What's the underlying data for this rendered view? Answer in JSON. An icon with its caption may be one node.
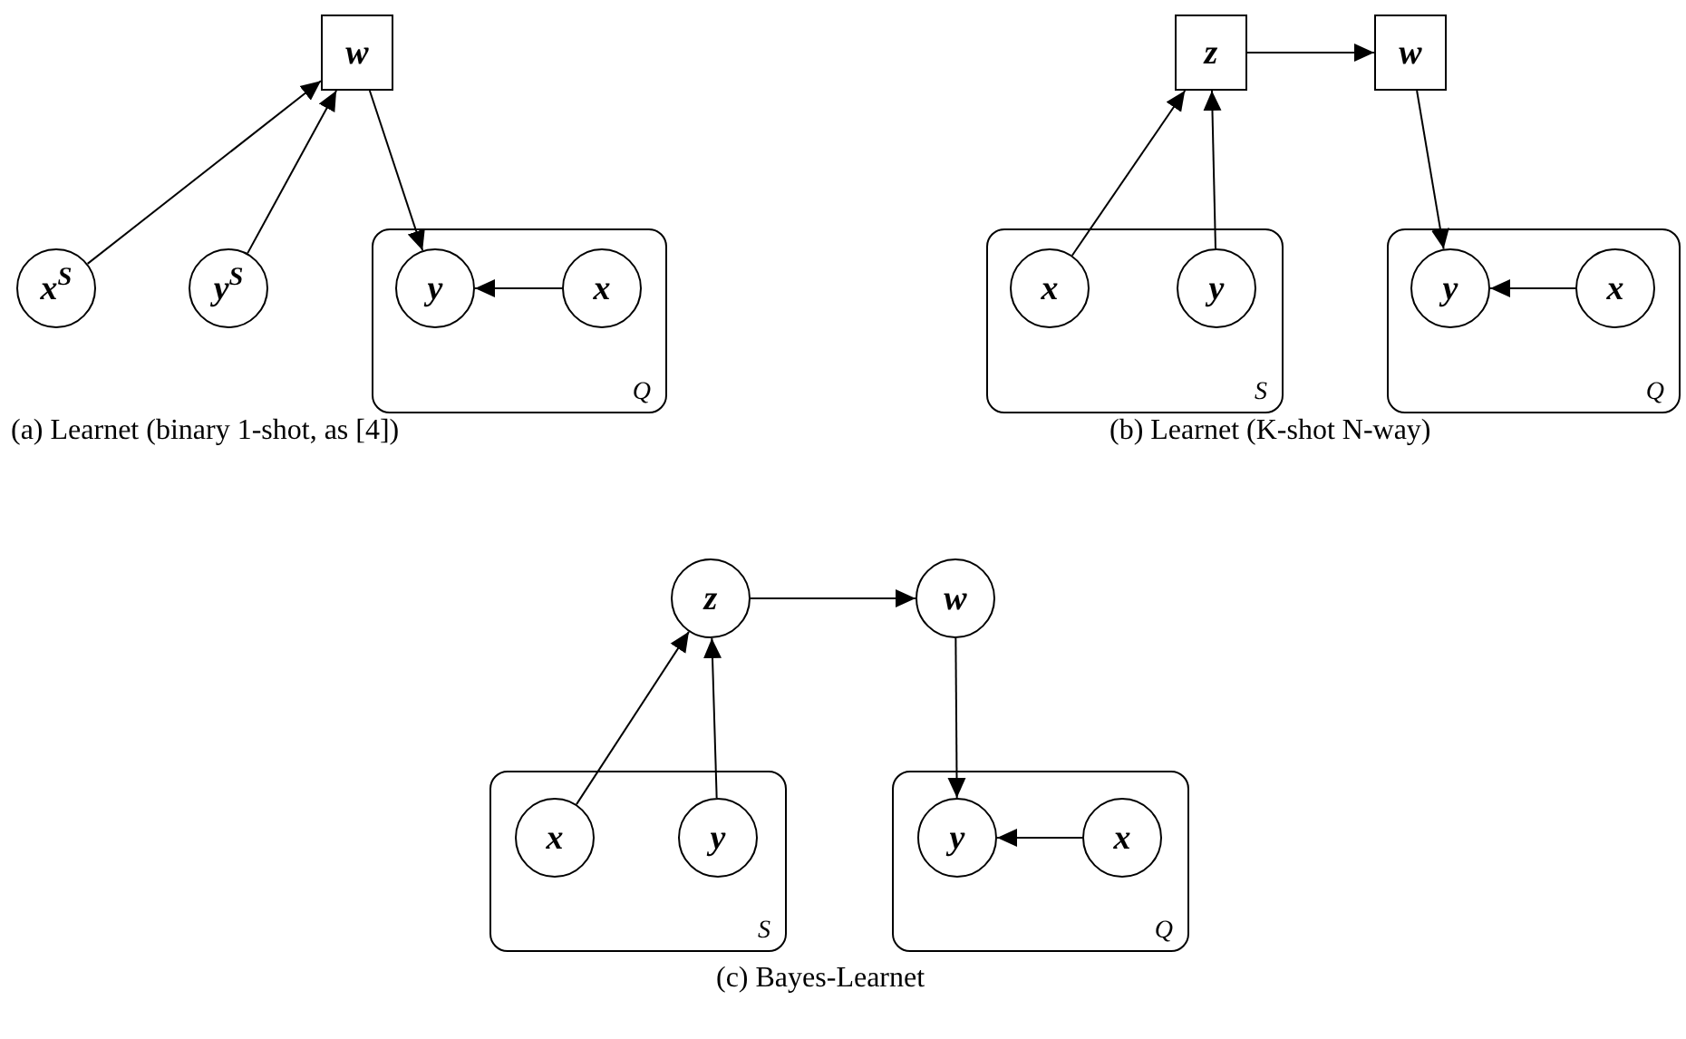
{
  "diagram": {
    "nodes": [
      {
        "text": [
          "w"
        ]
      },
      {
        "text": [
          "x$^{S}$"
        ]
      },
      {
        "text": [
          "y$^{S}$"
        ]
      },
      {
        "text": [
          "Q"
        ]
      },
      {
        "text": [
          "y"
        ],
        "in": 3
      },
      {
        "text": [
          "x"
        ],
        "in": 3
      },
      {
        "text": [
          "z"
        ]
      },
      {
        "text": [
          "w"
        ]
      },
      {
        "text": [
          "S"
        ]
      },
      {
        "text": [
          "x"
        ],
        "in": 8
      },
      {
        "text": [
          "y"
        ],
        "in": 8
      },
      {
        "text": [
          "Q"
        ]
      },
      {
        "text": [
          "y"
        ],
        "in": 11
      },
      {
        "text": [
          "x"
        ],
        "in": 11
      },
      {
        "text": [
          "z"
        ]
      },
      {
        "text": [
          "w"
        ]
      },
      {
        "text": [
          "S"
        ]
      },
      {
        "text": [
          "x"
        ],
        "in": 16
      },
      {
        "text": [
          "y"
        ],
        "in": 16
      },
      {
        "text": [
          "Q"
        ]
      },
      {
        "text": [
          "y"
        ],
        "in": 19
      },
      {
        "text": [
          "x"
        ],
        "in": 19
      }
    ],
    "edges": [
      {
        "from": 1,
        "to": 0,
        "arrow": "to"
      },
      {
        "from": 2,
        "to": 0,
        "arrow": "to"
      },
      {
        "from": 0,
        "to": 4,
        "arrow": "to"
      },
      {
        "from": 5,
        "to": 4,
        "arrow": "to"
      },
      {
        "from": 6,
        "to": 7,
        "arrow": "to"
      },
      {
        "from": 9,
        "to": 6,
        "arrow": "to"
      },
      {
        "from": 10,
        "to": 6,
        "arrow": "to"
      },
      {
        "from": 7,
        "to": 12,
        "arrow": "to"
      },
      {
        "from": 13,
        "to": 12,
        "arrow": "to"
      },
      {
        "from": 14,
        "to": 15,
        "arrow": "to"
      },
      {
        "from": 17,
        "to": 14,
        "arrow": "to"
      },
      {
        "from": 18,
        "to": 14,
        "arrow": "to"
      },
      {
        "from": 15,
        "to": 20,
        "arrow": "to"
      },
      {
        "from": 21,
        "to": 20,
        "arrow": "to"
      }
    ],
    "labels": [
      "(a) Learnet (binary 1-shot, as [4])",
      "(b) Learnet (K-shot N-way)",
      "(c) Bayes-Learnet"
    ]
  }
}
